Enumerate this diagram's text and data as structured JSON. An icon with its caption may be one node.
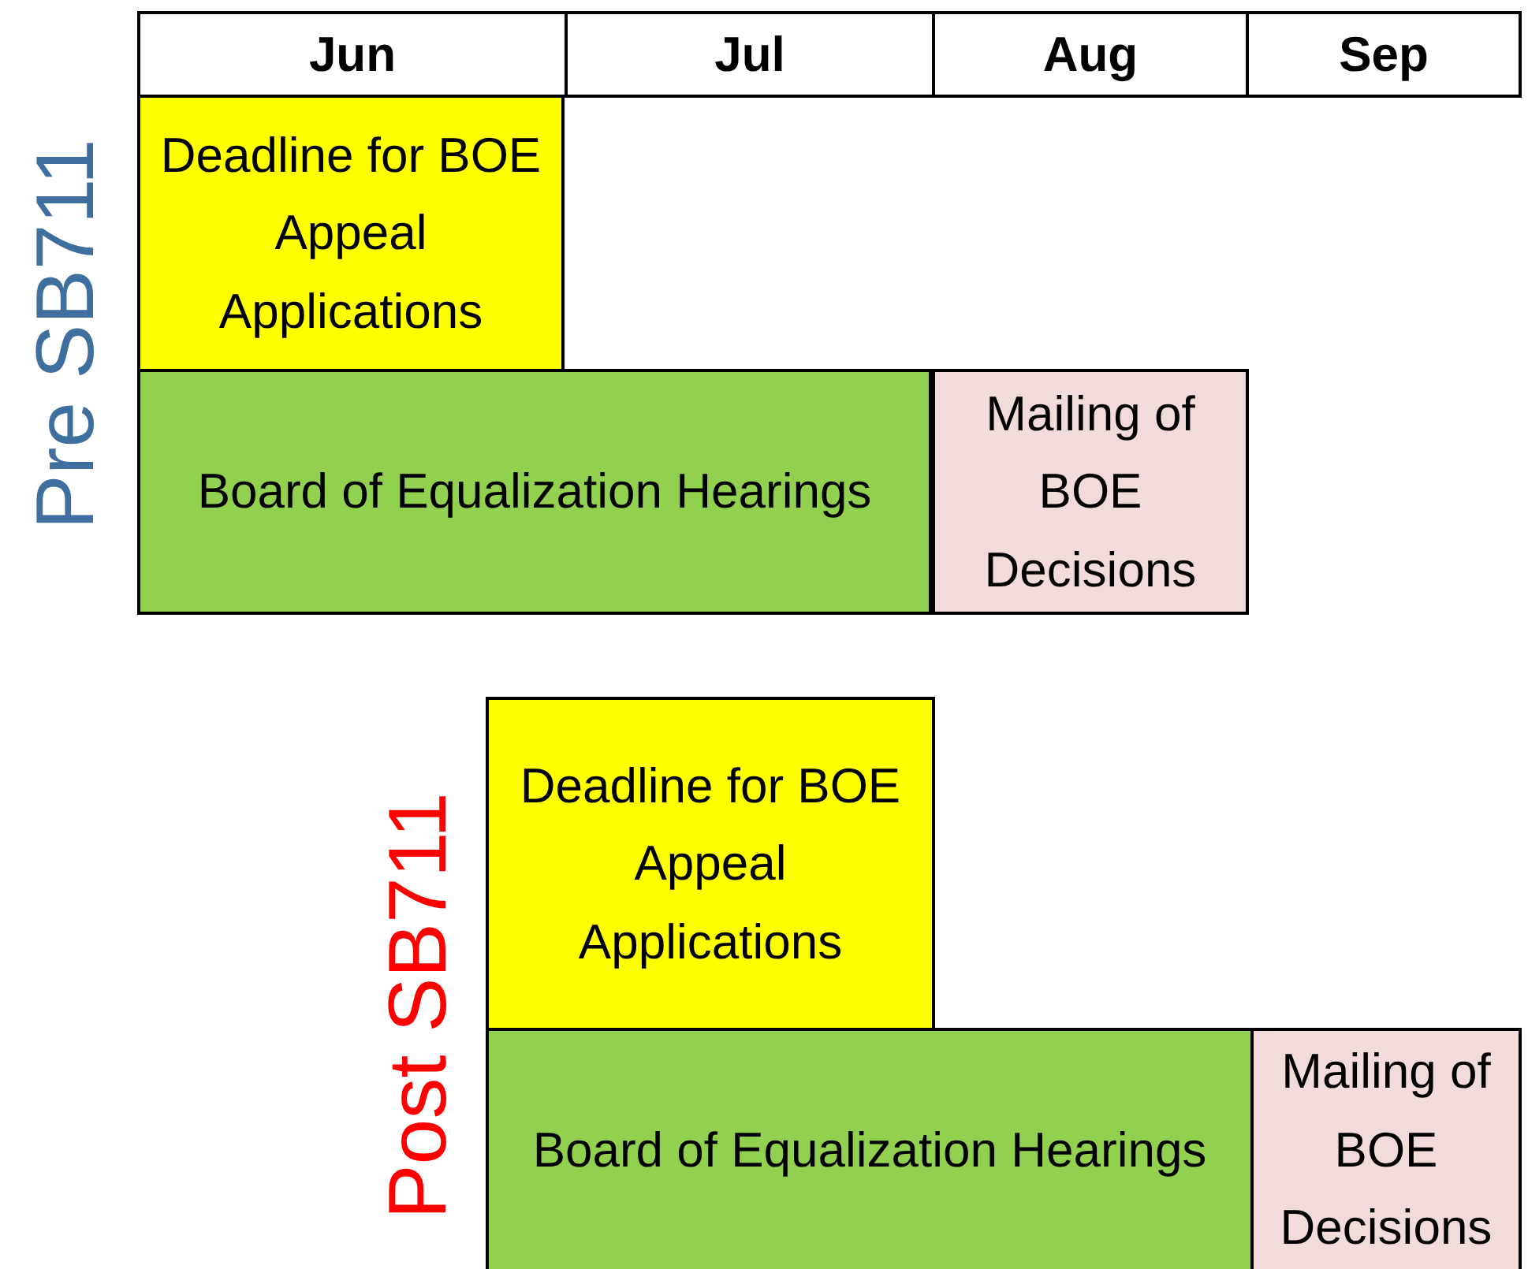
{
  "diagram": {
    "nodes": [
      {
        "text": [
          "Deadline for BOE Appeal Applications"
        ]
      },
      {
        "text": [
          "Board of Equalization Hearings"
        ]
      },
      {
        "text": [
          "Mailing of BOE Decisions"
        ]
      },
      {
        "text": [
          "Deadline for BOE Appeal Applications"
        ]
      },
      {
        "text": [
          "Board of Equalization Hearings"
        ]
      },
      {
        "text": [
          "Mailing of BOE Decisions"
        ]
      }
    ],
    "labels": [
      "Jun",
      "Jul",
      "Aug",
      "Sep",
      "Pre SB711",
      "Post SB711"
    ]
  }
}
